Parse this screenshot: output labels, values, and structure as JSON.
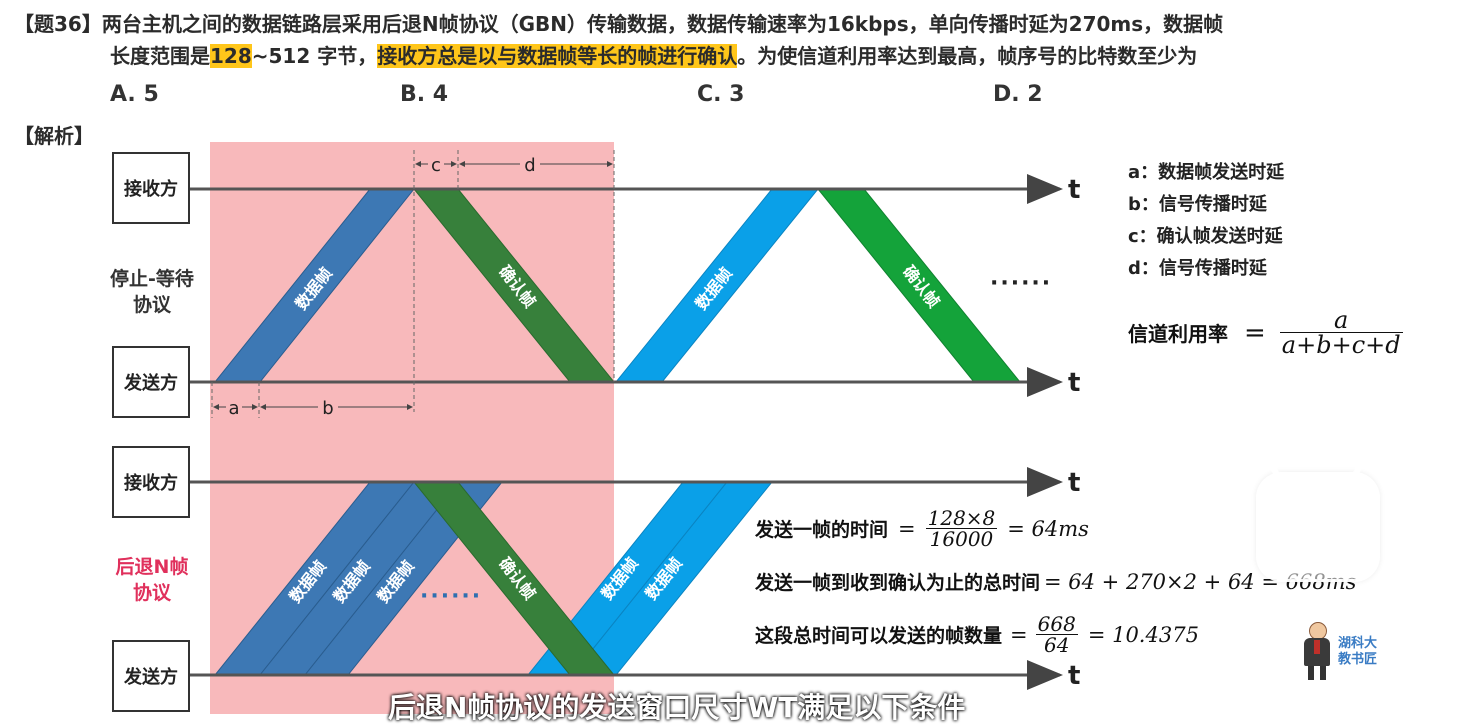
{
  "question": {
    "tag": "【题36】",
    "line1": "两台主机之间的数据链路层采用后退N帧协议（GBN）传输数据，数据传输速率为16kbps，单向传播时延为270ms，数据帧",
    "line2_a": "长度范围是",
    "line2_hl1": "128",
    "line2_b": "~512 字节，",
    "line2_hl2": "接收方总是以与数据帧等长的帧进行确认",
    "line2_c": "。为使信道利用率达到最高，帧序号的比特数至少为",
    "options": [
      "A. 5",
      "B. 4",
      "C. 3",
      "D. 2"
    ]
  },
  "analysis_label": "【解析】",
  "diagram": {
    "receiver": "接收方",
    "sender": "发送方",
    "time_axis": "t",
    "stop_wait_protocol": [
      "停止-等待",
      "协议"
    ],
    "gbn_protocol": [
      "后退N帧",
      "协议"
    ],
    "data_frame": "数据帧",
    "ack_frame": "确认帧",
    "dim_a": "a",
    "dim_b": "b",
    "dim_c": "c",
    "dim_d": "d",
    "dots": "······",
    "dots_gbn": "······"
  },
  "legend": {
    "a": "a：数据帧发送时延",
    "b": "b：信号传播时延",
    "c": "c：确认帧发送时延",
    "d": "d：信号传播时延"
  },
  "utilization": {
    "label": "信道利用率",
    "eq": "=",
    "numerator": "a",
    "denominator": "a+b+c+d"
  },
  "formulas": {
    "f1_label": "发送一帧的时间",
    "f1_num": "128×8",
    "f1_den": "16000",
    "f1_result": "= 64ms",
    "f2_label": "发送一帧到收到确认为止的总时间",
    "f2_expr": "= 64 + 270×2 + 64 = 668ms",
    "f3_label": "这段总时间可以发送的帧数量",
    "f3_num": "668",
    "f3_den": "64",
    "f3_result": "= 10.4375"
  },
  "brand": [
    "湖科大",
    "教书匠"
  ],
  "subtitle": "后退N帧协议的发送窗口尺寸WT满足以下条件"
}
